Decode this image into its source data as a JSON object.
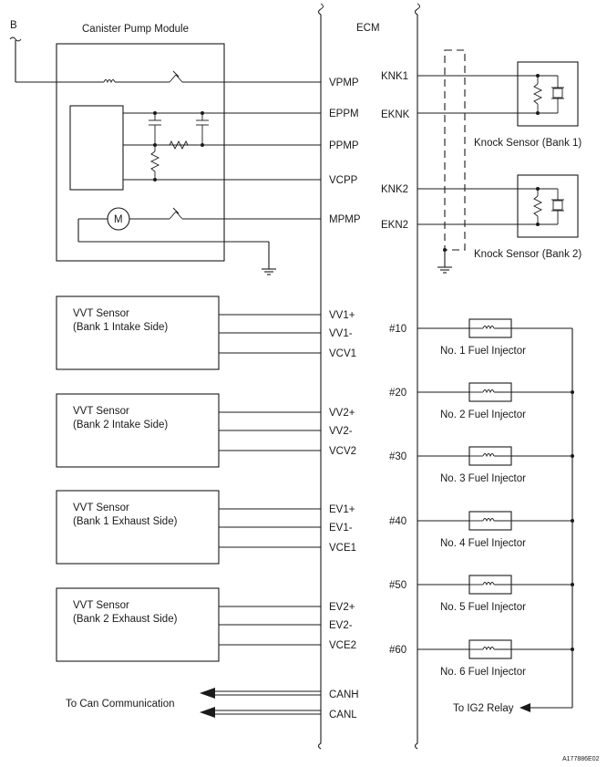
{
  "supply_label": "B",
  "canister": {
    "title": "Canister Pump Module",
    "pins": [
      "VPMP",
      "EPPM",
      "PPMP",
      "VCPP",
      "MPMP"
    ],
    "motor": "M"
  },
  "ecm_label": "ECM",
  "knock": {
    "bank1": {
      "name": "Knock Sensor (Bank 1)",
      "pins": [
        "KNK1",
        "EKNK"
      ]
    },
    "bank2": {
      "name": "Knock Sensor (Bank 2)",
      "pins": [
        "KNK2",
        "EKN2"
      ]
    }
  },
  "vvt": [
    {
      "line1": "VVT Sensor",
      "line2": "(Bank 1 Intake Side)",
      "pins": [
        "VV1+",
        "VV1-",
        "VCV1"
      ]
    },
    {
      "line1": "VVT Sensor",
      "line2": "(Bank 2 Intake Side)",
      "pins": [
        "VV2+",
        "VV2-",
        "VCV2"
      ]
    },
    {
      "line1": "VVT Sensor",
      "line2": "(Bank 1 Exhaust Side)",
      "pins": [
        "EV1+",
        "EV1-",
        "VCE1"
      ]
    },
    {
      "line1": "VVT Sensor",
      "line2": "(Bank 2 Exhaust Side)",
      "pins": [
        "EV2+",
        "EV2-",
        "VCE2"
      ]
    }
  ],
  "injectors": [
    {
      "pin": "#10",
      "name": "No. 1 Fuel Injector"
    },
    {
      "pin": "#20",
      "name": "No. 2 Fuel Injector"
    },
    {
      "pin": "#30",
      "name": "No. 3 Fuel Injector"
    },
    {
      "pin": "#40",
      "name": "No. 4 Fuel Injector"
    },
    {
      "pin": "#50",
      "name": "No. 5 Fuel Injector"
    },
    {
      "pin": "#60",
      "name": "No. 6 Fuel Injector"
    }
  ],
  "can": {
    "label": "To Can Communication",
    "pins": [
      "CANH",
      "CANL"
    ]
  },
  "relay_label": "To IG2 Relay",
  "figure_code": "A177886E02"
}
